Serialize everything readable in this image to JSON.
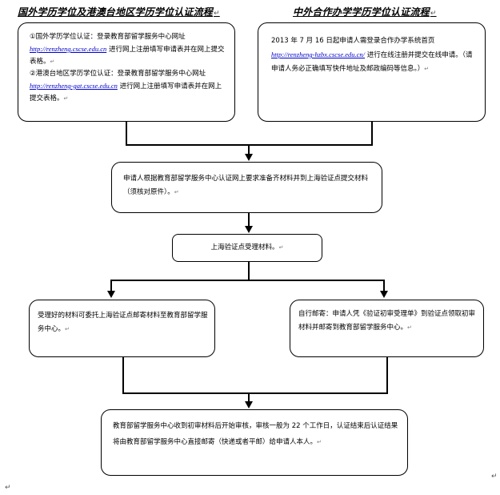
{
  "left_heading": "国外学历学位及港澳台地区学历学位认证流程",
  "right_heading": "中外合作办学学历学位认证流程",
  "para_mark": "↵",
  "box_top_left": {
    "item1_prefix": "①国外学历学位认证：登录教育部留学服务中心网址",
    "item1_link": "http://renzheng.cscse.edu.cn",
    "item1_suffix": "进行网上注册填写申请表并在网上提交表格。",
    "item2_prefix": "②港澳台地区学历学位认证：登录教育部留学服务中心网址",
    "item2_link": "http://renzheng-gat.cscse.edu.cn",
    "item2_suffix": "进行网上注册填写申请表并在网上提交表格。"
  },
  "box_top_right": {
    "prefix": "2013 年 7 月 16 日起申请人需登录合作办学系统首页",
    "link": "http://renzheng-hzbx.cscse.edu.cn/",
    "suffix": "进行在线注册并提交在线申请。（请申请人务必正确填写快件地址及邮政编码等信息。）"
  },
  "box_submit": "申请人根据教育部留学服务中心认证网上要求准备齐材料并到上海验证点提交材料（须核对原件）。",
  "box_accept": "上海验证点受理材料。",
  "box_mail_entrust": "受理好的材料可委托上海验证点邮寄材料至教育部留学服务中心。",
  "box_self_mail": "自行邮寄：申请人凭《验证初审受理单》到验证点领取初审材料并邮寄到教育部留学服务中心。",
  "box_final": "教育部留学服务中心收到初审材料后开始审核，审核一般为 22 个工作日，认证结束后认证结果将由教育部留学服务中心直接邮寄（快递或者平邮）给申请人本人。",
  "colors": {
    "stroke": "#000000",
    "link": "#0000cc"
  }
}
